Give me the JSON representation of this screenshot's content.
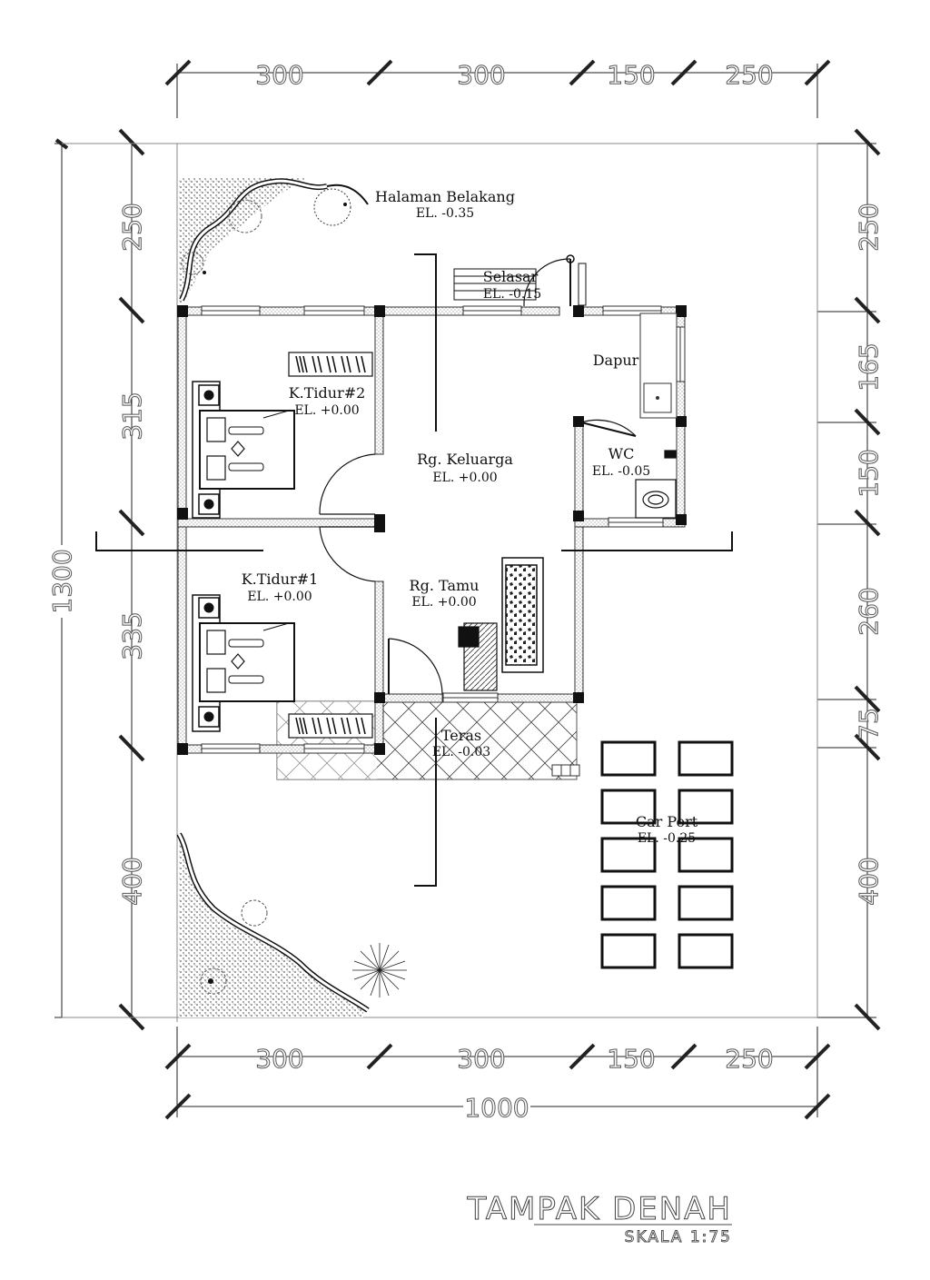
{
  "dimensions": {
    "top": [
      "300",
      "300",
      "150",
      "250"
    ],
    "bottom": [
      "300",
      "300",
      "150",
      "250"
    ],
    "bottom_total": "1000",
    "left": [
      "250",
      "315",
      "335",
      "400"
    ],
    "left_total": "1300",
    "right": [
      "250",
      "165",
      "150",
      "260",
      "75",
      "400"
    ]
  },
  "rooms": {
    "halaman": {
      "name": "Halaman Belakang",
      "elevation": "EL. -0.35"
    },
    "selasar": {
      "name": "Selasar",
      "elevation": "EL. -0.15"
    },
    "dapur": {
      "name": "Dapur"
    },
    "k_tidur_2": {
      "name": "K.Tidur#2",
      "elevation": "EL. +0.00"
    },
    "rg_keluarga": {
      "name": "Rg. Keluarga",
      "elevation": "EL. +0.00"
    },
    "wc": {
      "name": "WC",
      "elevation": "EL. -0.05"
    },
    "k_tidur_1": {
      "name": "K.Tidur#1",
      "elevation": "EL. +0.00"
    },
    "rg_tamu": {
      "name": "Rg. Tamu",
      "elevation": "EL. +0.00"
    },
    "teras": {
      "name": "Teras",
      "elevation": "EL. -0.03"
    },
    "car_port": {
      "name": "Car Port",
      "elevation": "EL. -0.25"
    }
  },
  "title": {
    "main": "TAMPAK DENAH",
    "scale": "SKALA 1:75"
  }
}
